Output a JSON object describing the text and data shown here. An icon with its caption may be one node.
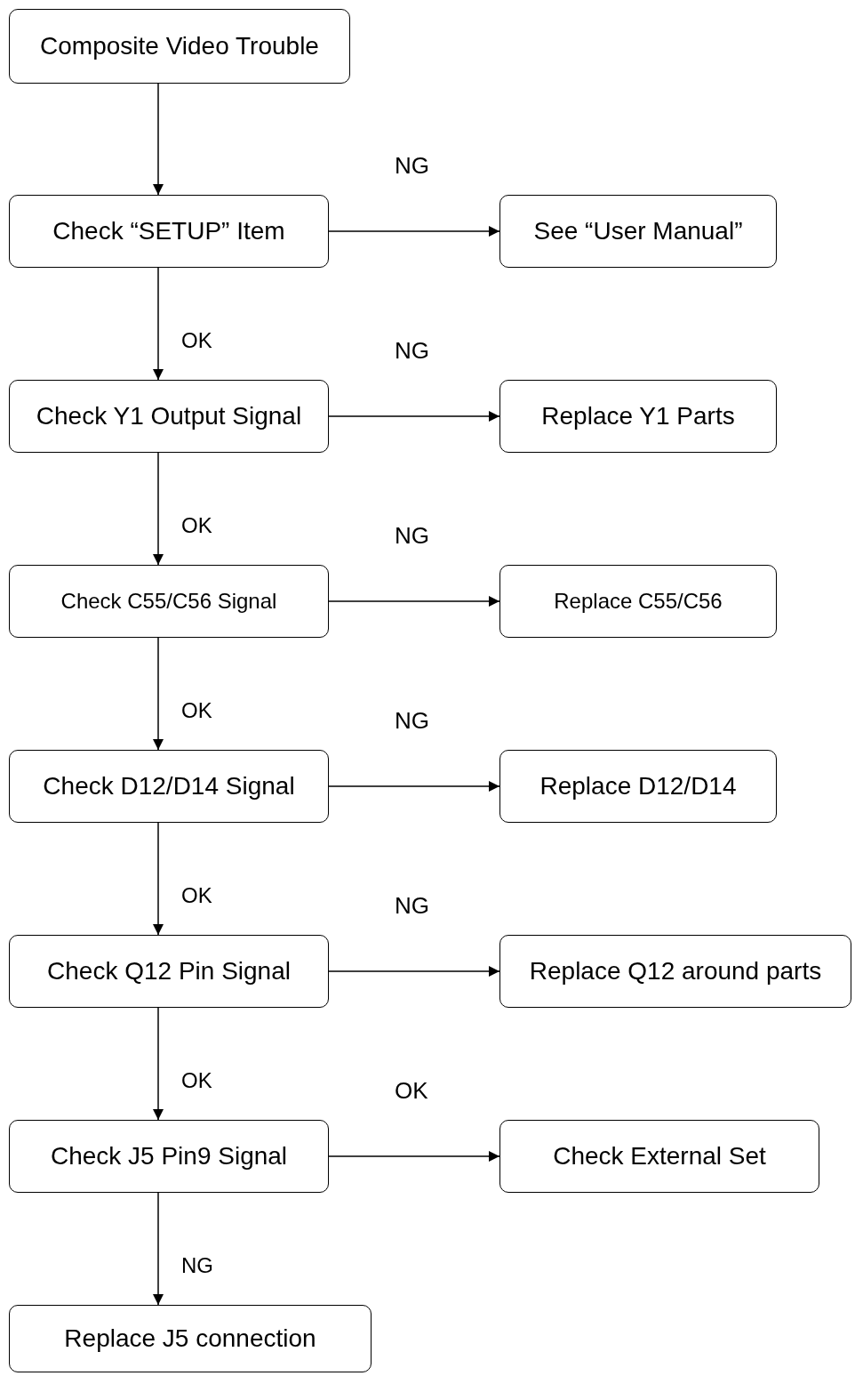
{
  "diagram": {
    "nodes": [
      {
        "text": [
          "Composite Video Trouble"
        ]
      },
      {
        "text": [
          "Check “SETUP” Item"
        ]
      },
      {
        "text": [
          "See “User Manual”"
        ]
      },
      {
        "text": [
          "Check Y1 Output Signal"
        ]
      },
      {
        "text": [
          "Replace Y1 Parts"
        ]
      },
      {
        "text": [
          "Check C55/C56 Signal"
        ]
      },
      {
        "text": [
          "Replace C55/C56"
        ]
      },
      {
        "text": [
          "Check D12/D14 Signal"
        ]
      },
      {
        "text": [
          "Replace D12/D14"
        ]
      },
      {
        "text": [
          "Check Q12 Pin Signal"
        ]
      },
      {
        "text": [
          "Replace Q12 around parts"
        ]
      },
      {
        "text": [
          "Check J5 Pin9 Signal"
        ]
      },
      {
        "text": [
          "Check External Set"
        ]
      },
      {
        "text": [
          "Replace J5 connection"
        ]
      }
    ],
    "edges": [
      {
        "from": 0,
        "to": 1,
        "arrow": "to"
      },
      {
        "from": 1,
        "to": 2,
        "arrow": "to",
        "label": "NG"
      },
      {
        "from": 1,
        "to": 3,
        "arrow": "to",
        "label": "OK"
      },
      {
        "from": 3,
        "to": 4,
        "arrow": "to",
        "label": "NG"
      },
      {
        "from": 3,
        "to": 5,
        "arrow": "to",
        "label": "OK"
      },
      {
        "from": 5,
        "to": 6,
        "arrow": "to",
        "label": "NG"
      },
      {
        "from": 5,
        "to": 7,
        "arrow": "to",
        "label": "OK"
      },
      {
        "from": 7,
        "to": 8,
        "arrow": "to",
        "label": "NG"
      },
      {
        "from": 7,
        "to": 9,
        "arrow": "to",
        "label": "OK"
      },
      {
        "from": 9,
        "to": 10,
        "arrow": "to",
        "label": "NG"
      },
      {
        "from": 9,
        "to": 11,
        "arrow": "to",
        "label": "OK"
      },
      {
        "from": 11,
        "to": 12,
        "arrow": "to",
        "label": "OK"
      },
      {
        "from": 11,
        "to": 13,
        "arrow": "to",
        "label": "NG"
      }
    ]
  }
}
